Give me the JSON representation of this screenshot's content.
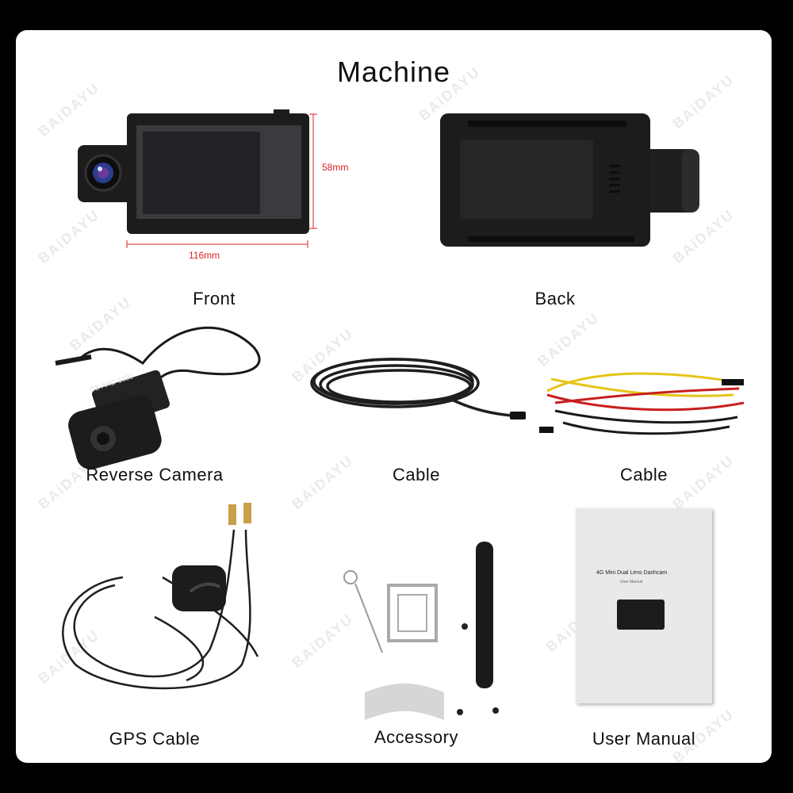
{
  "heading": "Machine",
  "watermark": "BAiDAYU",
  "dimensions": {
    "height": "58mm",
    "width": "116mm"
  },
  "labels": {
    "front": "Front",
    "back": "Back",
    "reverse_camera": "Reverse Camera",
    "cable_power": "Cable",
    "cable_wires": "Cable",
    "gps_cable": "GPS Cable",
    "accessory": "Accessory",
    "user_manual": "User Manual"
  },
  "reverse_camera_tag": "DZ-AHD-1030",
  "manual": {
    "title": "4G Mini Dual Lens Dashcam",
    "subtitle": "User Manual"
  },
  "colors": {
    "dimension": "#dd2222",
    "device": "#1c1c1c",
    "wire_yellow": "#e6c417",
    "wire_red": "#c81e1e"
  }
}
